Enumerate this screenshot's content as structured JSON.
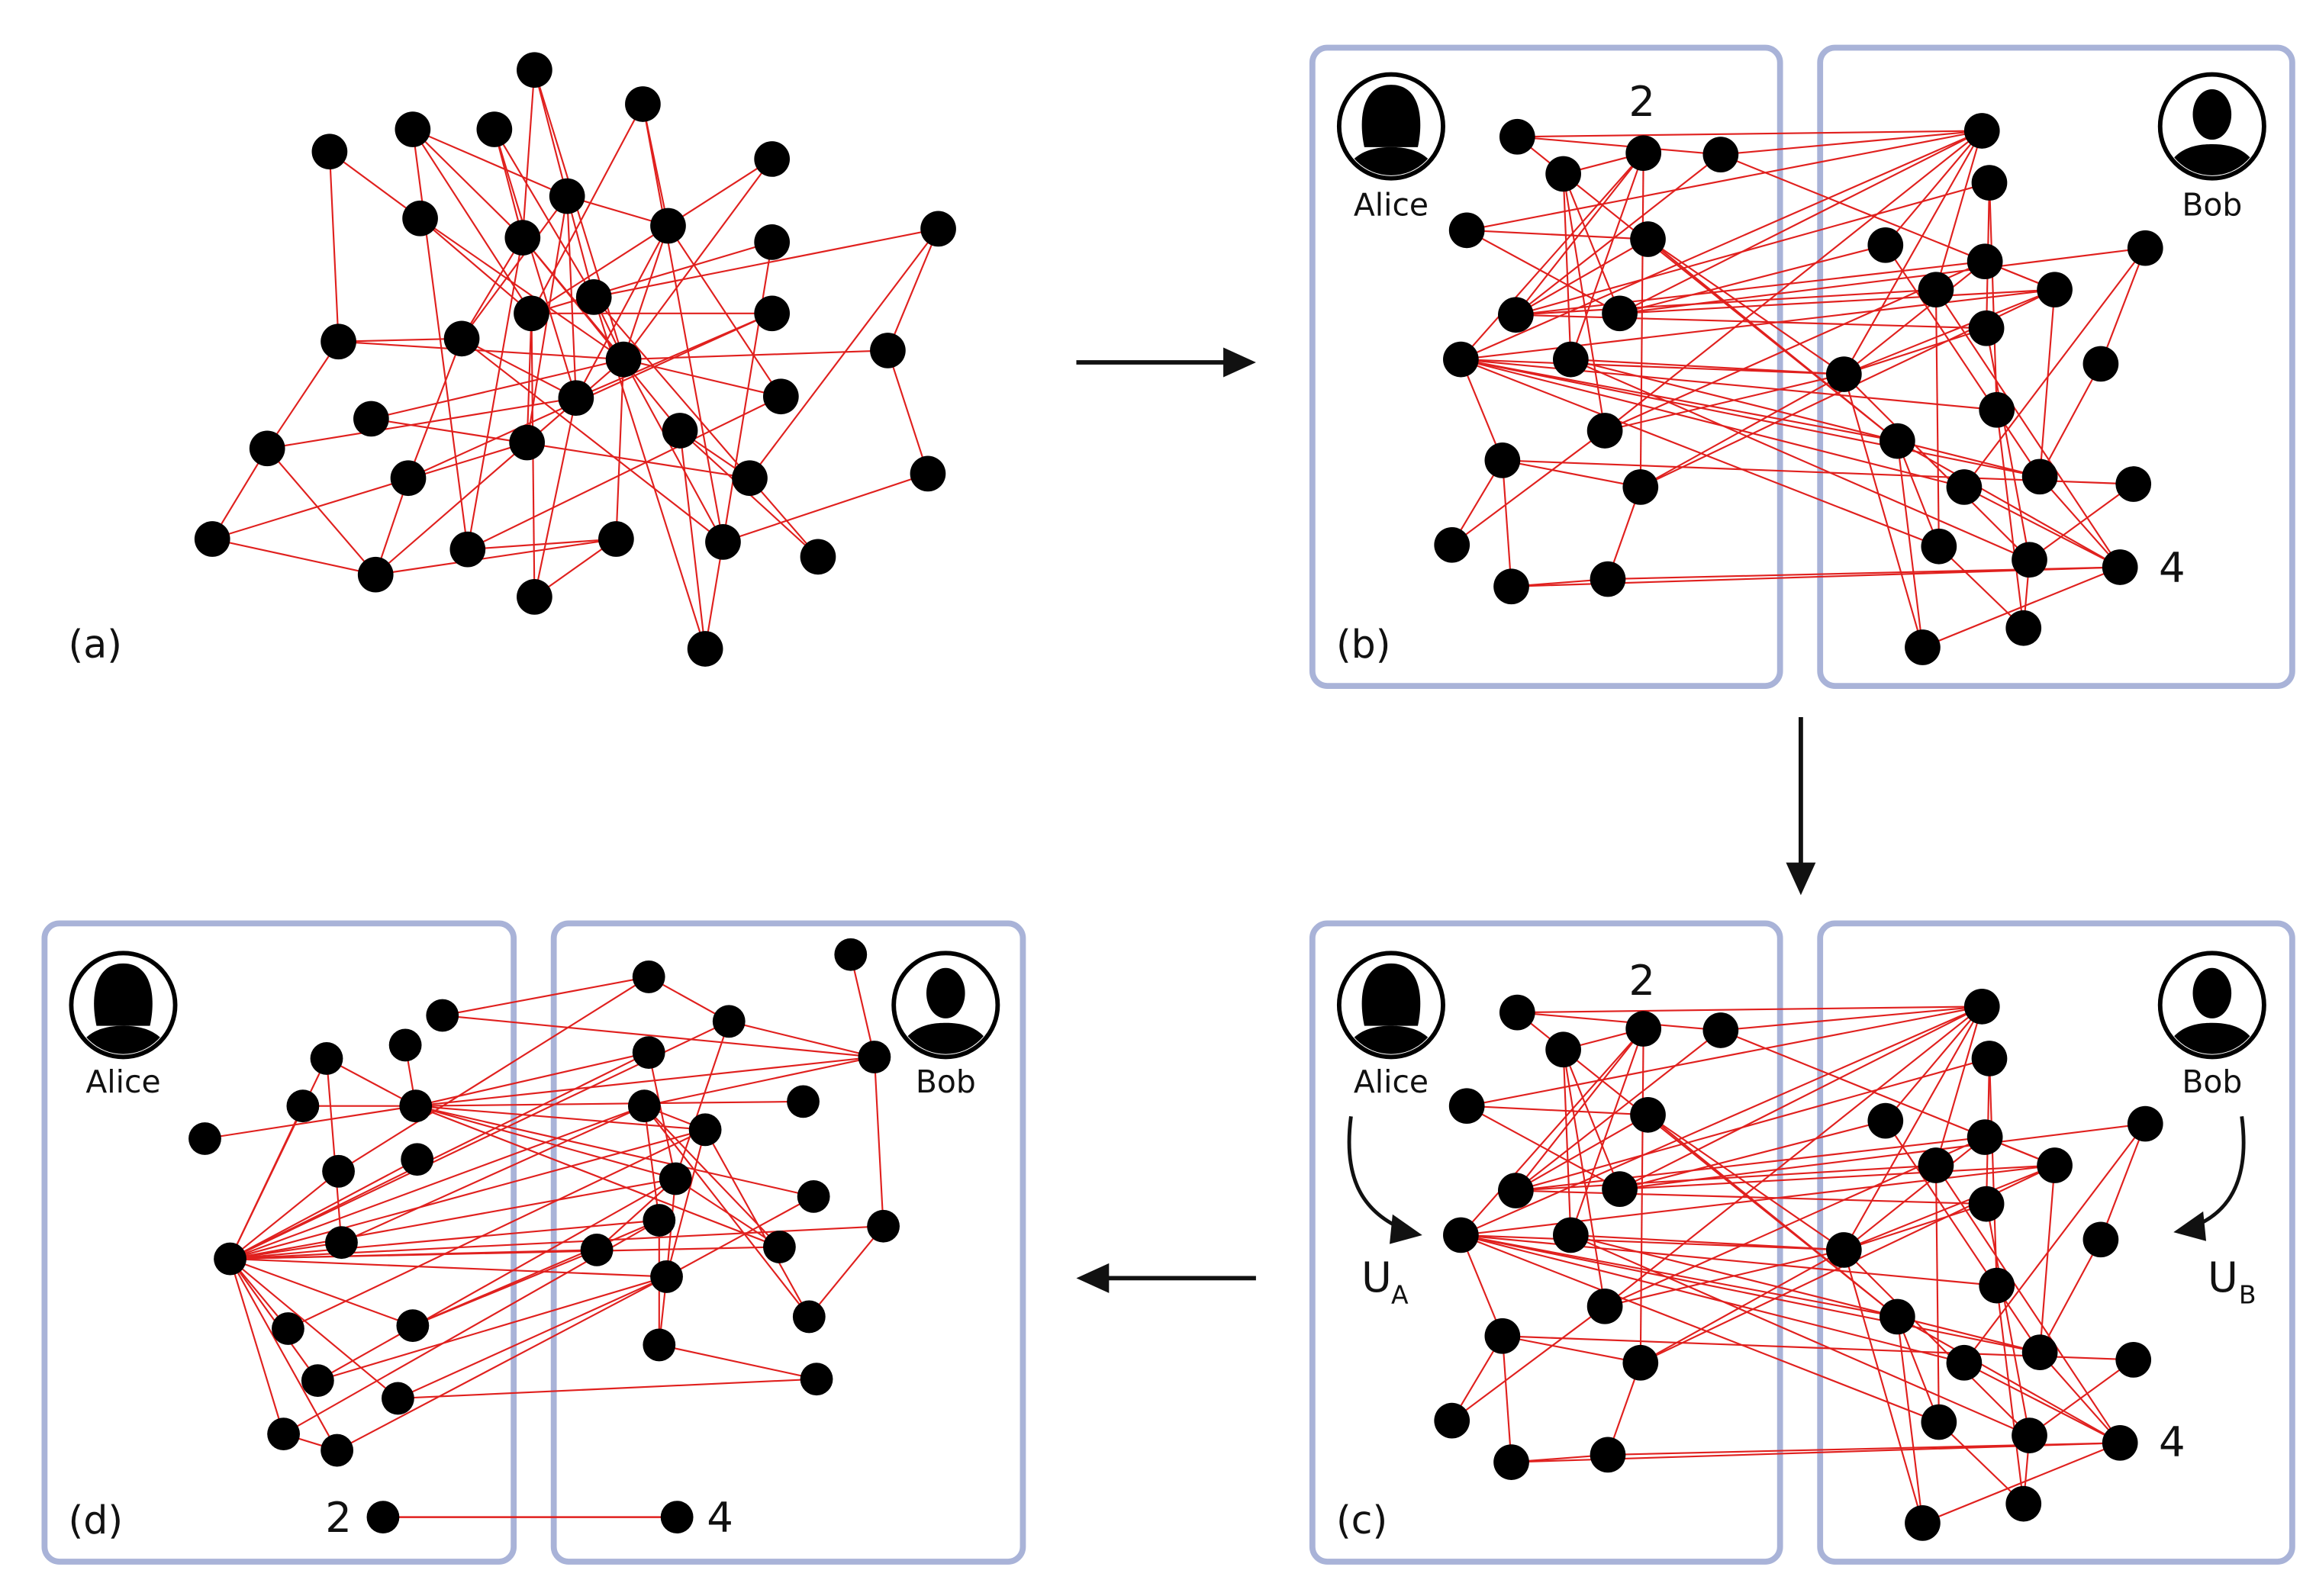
{
  "colors": {
    "edge": "#e0201e",
    "node": "#000000",
    "box_stroke": "#a9b3d8",
    "arrow": "#111111"
  },
  "panels": {
    "a": {
      "label": "(a)"
    },
    "b": {
      "label": "(b)",
      "alice": "Alice",
      "bob": "Bob",
      "node_label_left": "2",
      "node_label_right": "4"
    },
    "c": {
      "label": "(c)",
      "alice": "Alice",
      "bob": "Bob",
      "node_label_left": "2",
      "node_label_right": "4",
      "unitary_a": "U",
      "unitary_a_sub": "A",
      "unitary_b": "U",
      "unitary_b_sub": "B"
    },
    "d": {
      "label": "(d)",
      "alice": "Alice",
      "bob": "Bob",
      "pair_left": "2",
      "pair_right": "4"
    }
  },
  "icons": {
    "alice": "female-user-silhouette-icon",
    "bob": "male-user-silhouette-icon",
    "arrows": [
      "right-arrow-icon",
      "down-arrow-icon",
      "left-arrow-icon"
    ]
  }
}
